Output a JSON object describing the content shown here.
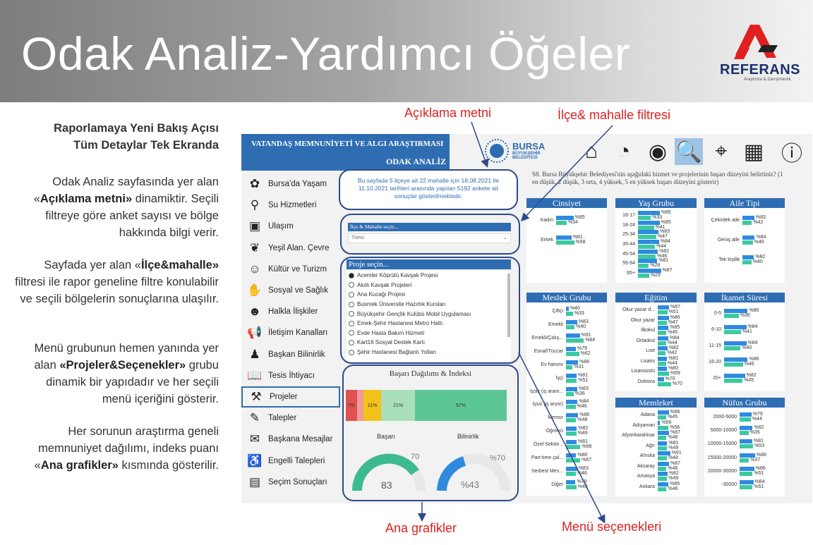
{
  "header": {
    "title": "Odak Analiz-Yardımcı Öğeler",
    "logo_word": "REFERANS",
    "logo_sub": "Araştırma & Danışmanlık"
  },
  "left": {
    "heading1": "Raporlamaya Yeni Bakış Açısı",
    "heading2": "Tüm Detaylar Tek Ekranda",
    "p1a": "Odak Analiz sayfasında yer alan «",
    "p1b": "Açıklama metni»",
    "p1c": " dinamiktir. Seçili filtreye göre anket sayısı ve bölge hakkında bilgi verir.",
    "p2a": "Sayfada yer alan «",
    "p2b": "İlçe&mahalle»",
    "p2c": " filtresi ile rapor geneline filtre konulabilir ve seçili bölgelerin sonuçlarına ulaşılır.",
    "p3a": "Menü grubunun hemen yanında yer alan ",
    "p3b": "«Projeler&Seçenekler»",
    "p3c": " grubu dinamik bir yapıdadır ve her seçili menü içeriğini gösterir.",
    "p4a": "Her sorunun araştırma geneli memnuniyet dağılımı, indeks puanı «",
    "p4b": "Ana grafikler»",
    "p4c": " kısmında gösterilir."
  },
  "callouts": {
    "aciklama": "Açıklama metni",
    "ilce": "İlçe& mahalle filtresi",
    "ana": "Ana grafikler",
    "menu": "Menü seçenekleri"
  },
  "dashboard": {
    "title": "VATANDAŞ MEMNUNİYETİ VE ALGI ARAŞTIRMASI",
    "subtitle": "ODAK ANALİZ",
    "bursa_name": "BURSA",
    "bursa_sub": "BÜYÜKŞEHİR BELEDİYESİ",
    "description": "Bu sayfada 5 ilçeye ait 22 mahalle için 18.08.2021 ile 11.10.2021 tarihleri arasında yapılan 5192 ankete ait sonuçlar gösterilmektedir.",
    "question": "S8. Bursa Büyükşehir Belediyesi'nin aşağıdaki hizmet ve projelerinin başarı düzeyini belirtiniz? (1 en düşük, 2 düşük, 3 orta, 4 yüksek, 5 en yüksek başarı düzeyini gösterir)",
    "filter": {
      "label": "İlçe & Mahalle seçin...",
      "value": "Tümü"
    },
    "projects": {
      "label": "Proje seçin...",
      "items": [
        "Acemler Köprülü Kavşak Projesi",
        "Akıllı Kavşak Projeleri",
        "Ana Kucağı Projesi",
        "Busmek Üniversite Hazırlık Kursları",
        "Büyükşehir Gençlik Kulübü Mobil Uygulaması",
        "Emek-Şehir Hastanesi Metro Hattı",
        "Evde Hasta Bakım Hizmeti",
        "Kart16 Sosyal Destek Kartı",
        "Şehir Hastanesi Bağlantı Yolları"
      ]
    },
    "menu": [
      "Bursa'da Yaşam",
      "Su Hizmetleri",
      "Ulaşım",
      "Yeşil Alan. Çevre",
      "Kültür ve Turizm",
      "Sosyal ve Sağlık",
      "Halkla İlişkiler",
      "İletişim Kanalları",
      "Başkan Bilinirlik",
      "Tesis İhtiyacı",
      "Projeler",
      "Talepler",
      "Başkana Mesajlar",
      "Engelli Talepleri",
      "Seçim Sonuçları"
    ],
    "menu_icons": [
      "tree-icon",
      "water-tap-icon",
      "bus-icon",
      "leaf-icon",
      "theater-icon",
      "hands-icon",
      "person-icon",
      "megaphone-icon",
      "podium-icon",
      "book-icon",
      "worker-icon",
      "request-icon",
      "mail-icon",
      "wheelchair-icon",
      "box-icon"
    ],
    "top_icons": [
      "home-icon",
      "gauge-icon",
      "target-person-icon",
      "search-chart-icon",
      "map-pin-icon",
      "table-icon",
      "info-icon"
    ],
    "distribution": {
      "title": "Başarı Dağılımı & İndeksi",
      "segments": [
        {
          "label": "7%",
          "color": "#e0514f",
          "w": 0.07
        },
        {
          "label": "",
          "color": "#f09a9a",
          "w": 0.04
        },
        {
          "label": "11%",
          "color": "#f3c21a",
          "w": 0.11
        },
        {
          "label": "21%",
          "color": "#a9dfb9",
          "w": 0.21
        },
        {
          "label": "57%",
          "color": "#5cc596",
          "w": 0.57
        }
      ]
    },
    "gauges": {
      "basari_title": "Başarı",
      "basari_value": "83",
      "basari_target": "70",
      "bilinirlik_title": "Bilinirlik",
      "bilinirlik_value": "%43",
      "bilinirlik_target": "%70"
    }
  },
  "chart_data": [
    {
      "type": "bar",
      "title": "Cinsiyet",
      "categories": [
        "Kadın",
        "Erkek"
      ],
      "series": [
        {
          "values": [
            85,
            81
          ]
        },
        {
          "values": [
            34,
            58
          ]
        }
      ]
    },
    {
      "type": "bar",
      "title": "Yaş Grubu",
      "categories": [
        "16-17",
        "18-24",
        "25-34",
        "35-44",
        "45-54",
        "55-64",
        "65+"
      ],
      "series": [
        {
          "values": [
            85,
            85,
            83,
            84,
            82,
            81,
            87
          ]
        },
        {
          "values": [
            33,
            41,
            47,
            44,
            46,
            28,
            29
          ]
        }
      ]
    },
    {
      "type": "bar",
      "title": "Aile Tipi",
      "categories": [
        "Çekirdek aile",
        "Geniş aile",
        "Tek kişilik"
      ],
      "series": [
        {
          "values": [
            83,
            84,
            82
          ]
        },
        {
          "values": [
            42,
            46,
            40
          ]
        }
      ]
    },
    {
      "type": "bar",
      "title": "Meslek Grubu",
      "categories": [
        "Çiftçi",
        "Emekli",
        "Emekli/Çalış...",
        "Esnaf/Tüccar",
        "Ev hanımı",
        "İşçi",
        "İşsiz (iş aram...",
        "İşsiz (iş aryor)",
        "Memur",
        "Öğrenci",
        "Özel Sektör...",
        "Part-time çal...",
        "Serbest Mes...",
        "Diğer"
      ],
      "series": [
        {
          "values": [
            40,
            83,
            91,
            79,
            86,
            81,
            83,
            84,
            86,
            82,
            81,
            80,
            83,
            78
          ]
        },
        {
          "values": [
            33,
            40,
            84,
            62,
            31,
            51,
            36,
            46,
            48,
            49,
            68,
            67,
            46,
            49
          ]
        }
      ]
    },
    {
      "type": "bar",
      "title": "Eğitim",
      "categories": [
        "Okur yazar d...",
        "Okur yazar",
        "İlkokul",
        "Ortaokul",
        "Lise",
        "Lisans",
        "Lisansüstü",
        "Doktora"
      ],
      "series": [
        {
          "values": [
            87,
            86,
            85,
            84,
            82,
            81,
            80,
            70
          ]
        },
        {
          "values": [
            51,
            47,
            45,
            44,
            42,
            44,
            59,
            70
          ]
        }
      ]
    },
    {
      "type": "bar",
      "title": "İkamet Süresi",
      "categories": [
        "0-5",
        "6-10",
        "11-15",
        "16-20",
        "20+"
      ],
      "series": [
        {
          "values": [
            86,
            84,
            84,
            86,
            82
          ]
        },
        {
          "values": [
            36,
            41,
            40,
            46,
            45
          ]
        }
      ]
    },
    {
      "type": "bar",
      "title": "Memleket",
      "categories": [
        "Adana",
        "Adıyaman",
        "Afyonkarahisar",
        "Ağrı",
        "Ahıska",
        "Aksaray",
        "Amasya",
        "Ankara"
      ],
      "series": [
        {
          "values": [
            86,
            56,
            87,
            81,
            91,
            87,
            82,
            85
          ]
        },
        {
          "values": [
            45,
            56,
            46,
            49,
            48,
            46,
            49,
            46
          ]
        }
      ]
    },
    {
      "type": "bar",
      "title": "Nüfus Grubu",
      "categories": [
        "2000-5000",
        "5000-10000",
        "10000-15000",
        "15000-20000",
        "20000-30000",
        "-30000"
      ],
      "series": [
        {
          "values": [
            79,
            82,
            81,
            88,
            86,
            84
          ]
        },
        {
          "values": [
            44,
            35,
            53,
            37,
            51,
            51
          ]
        }
      ]
    }
  ]
}
